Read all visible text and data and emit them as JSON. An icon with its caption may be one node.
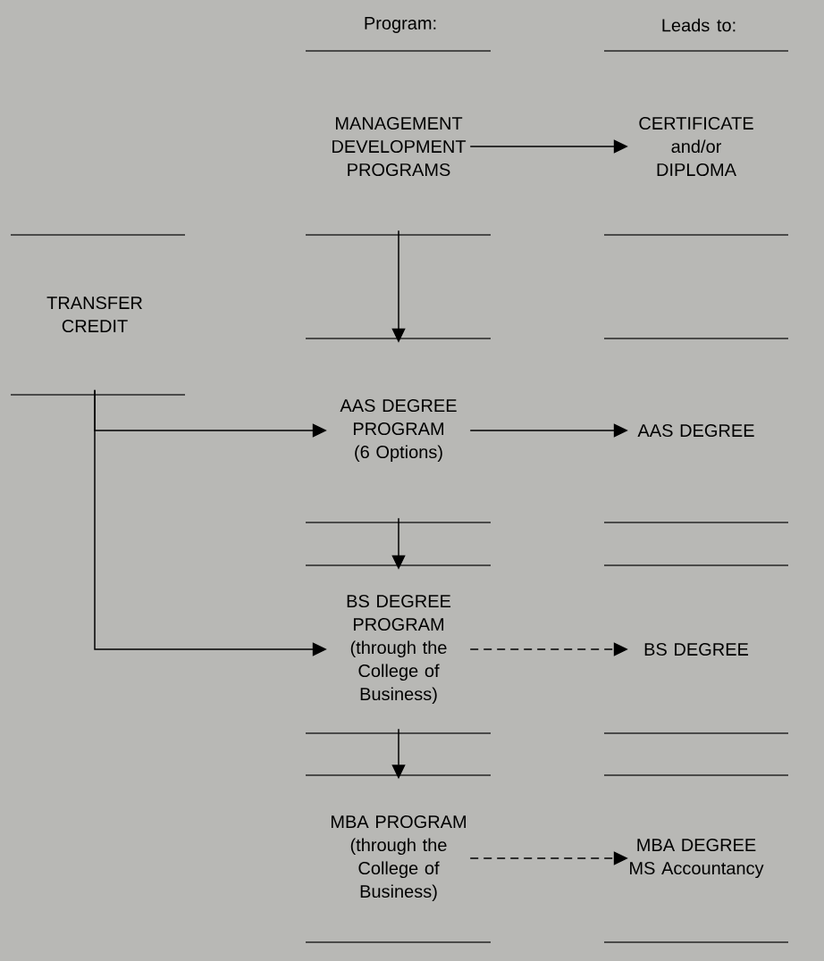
{
  "diagram": {
    "nodes": [
      {
        "text": [
          "MANAGEMENT DEVELOPMENT PROGRAMS"
        ]
      },
      {
        "text": [
          "CERTIFICATE and/or DIPLOMA"
        ]
      },
      {
        "text": [
          "TRANSFER CREDIT"
        ]
      },
      {
        "text": [
          "AAS DEGREE PROGRAM (6 Options)"
        ]
      },
      {
        "text": [
          "AAS DEGREE"
        ]
      },
      {
        "text": [
          "BS DEGREE PROGRAM (through the College of Business)"
        ]
      },
      {
        "text": [
          "BS DEGREE"
        ]
      },
      {
        "text": [
          "MBA PROGRAM (through the College of Business)"
        ]
      },
      {
        "text": [
          "MBA DEGREE MS Accountancy"
        ]
      }
    ],
    "edges": [
      {
        "from": 0,
        "to": 1,
        "arrow": "to"
      },
      {
        "from": 0,
        "to": 3,
        "arrow": "to"
      },
      {
        "from": 2,
        "to": 3,
        "arrow": "to"
      },
      {
        "from": 2,
        "to": 5,
        "arrow": "to"
      },
      {
        "from": 3,
        "to": 4,
        "arrow": "to"
      },
      {
        "from": 3,
        "to": 5,
        "arrow": "to"
      },
      {
        "from": 5,
        "to": 6,
        "arrow": "to",
        "style": "dashed"
      },
      {
        "from": 5,
        "to": 7,
        "arrow": "to"
      },
      {
        "from": 7,
        "to": 8,
        "arrow": "to",
        "style": "dashed"
      }
    ],
    "labels": [
      "Program:",
      "Leads to:"
    ]
  }
}
